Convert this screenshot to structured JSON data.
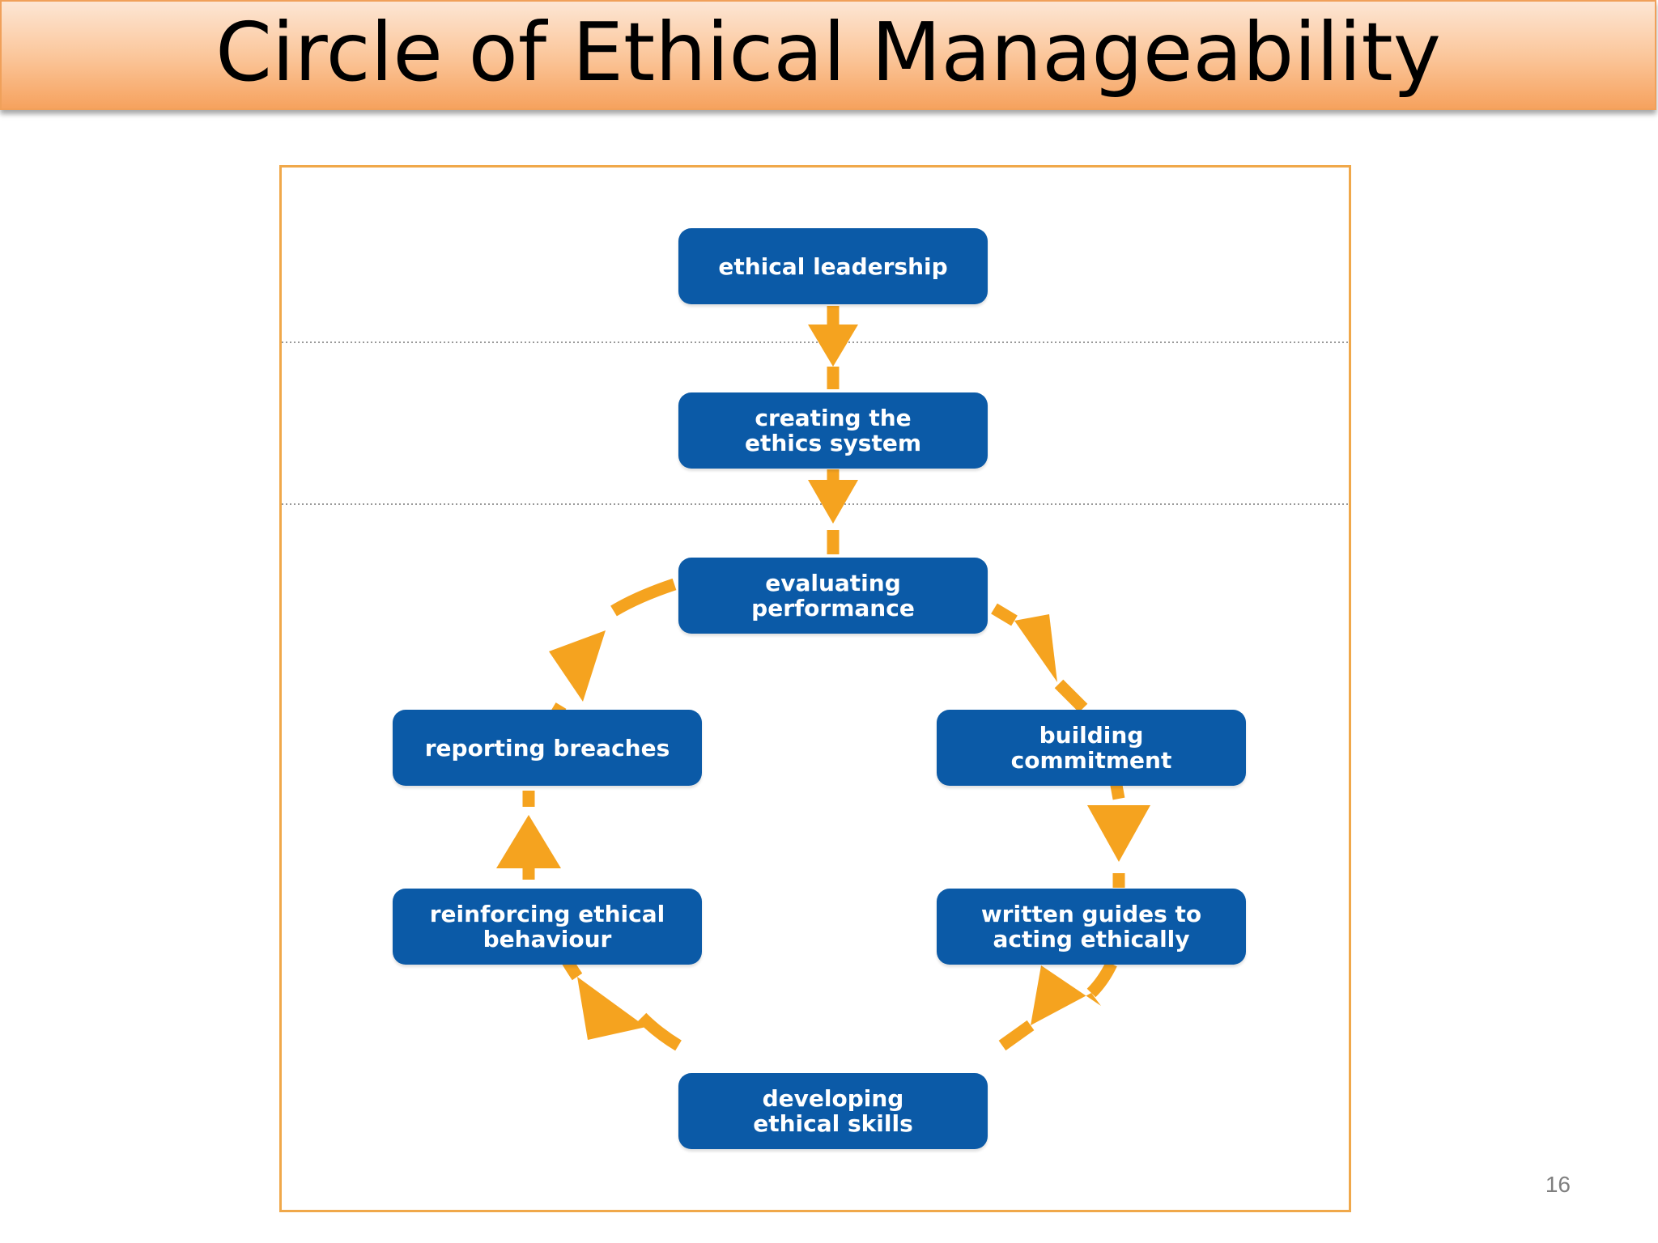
{
  "slide": {
    "title": "Circle of Ethical Manageability",
    "page_number": "16"
  },
  "diagram": {
    "nodes": [
      "ethical leadership",
      "creating the\nethics system",
      "evaluating\nperformance",
      "building\ncommitment",
      "written guides to\nacting ethically",
      "developing\nethical skills",
      "reinforcing ethical\nbehaviour",
      "reporting breaches"
    ]
  },
  "colors": {
    "box_fill": "#0b5aa7",
    "arrow": "#f5a31f",
    "frame_border": "#f0a84a",
    "title_gradient_top": "#fde6d4",
    "title_gradient_bottom": "#f6a25e"
  }
}
